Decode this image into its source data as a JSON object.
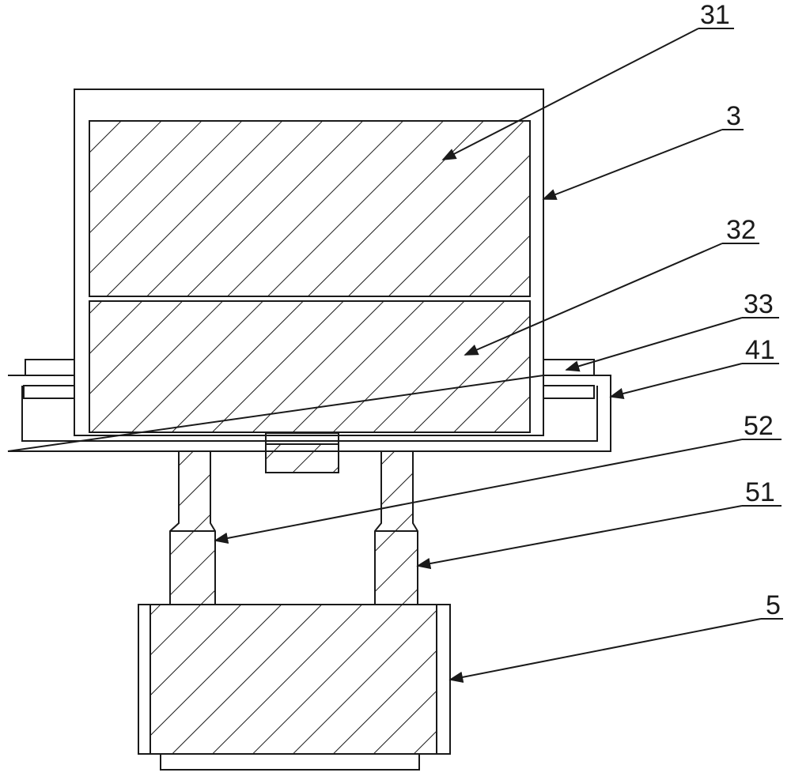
{
  "labels": {
    "l31": "31",
    "l3": "3",
    "l32": "32",
    "l33": "33",
    "l41": "41",
    "l52": "52",
    "l51": "51",
    "l5": "5"
  },
  "colors": {
    "line": "#1a1a1a",
    "background": "#ffffff"
  }
}
